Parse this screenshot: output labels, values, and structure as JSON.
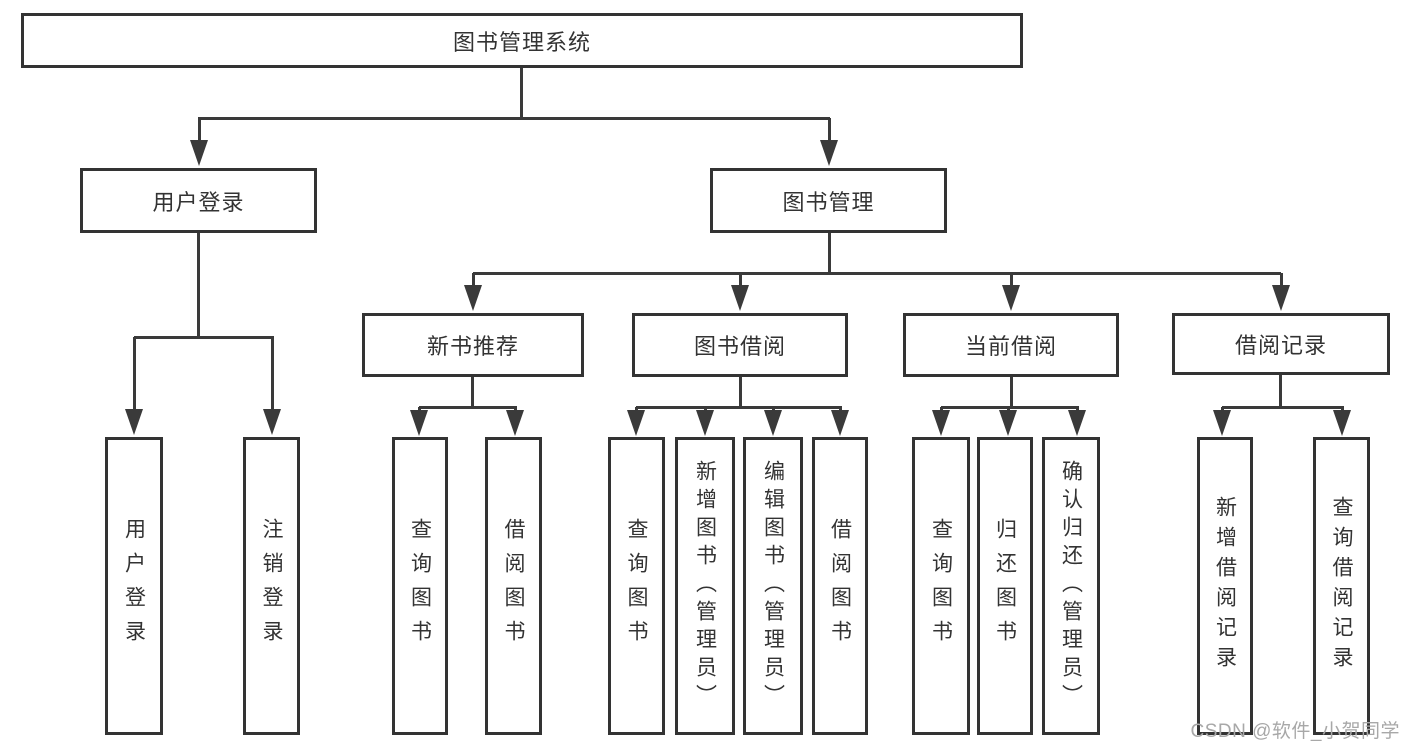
{
  "diagram": {
    "title": "图书管理系统",
    "nodes": {
      "root": "图书管理系统",
      "userLogin": "用户登录",
      "bookManagement": "图书管理",
      "newBookRec": "新书推荐",
      "bookBorrow": "图书借阅",
      "currentBorrow": "当前借阅",
      "borrowRecord": "借阅记录",
      "leafUserLogin": "用户登录",
      "leafLogout": "注销登录",
      "leafQueryBook1": "查询图书",
      "leafBorrowBook1": "借阅图书",
      "leafQueryBook2": "查询图书",
      "leafAddBook": "新增图书（管理员）",
      "leafEditBook": "编辑图书（管理员）",
      "leafBorrowBook2": "借阅图书",
      "leafQueryBook3": "查询图书",
      "leafReturnBook": "归还图书",
      "leafConfirmReturn": "确认归还（管理员）",
      "leafAddBorrowRecord": "新增借阅记录",
      "leafQueryBorrowRecord": "查询借阅记录"
    },
    "colors": {
      "line": "#3a3a3a",
      "border": "#333333",
      "text": "#333333",
      "background": "#ffffff",
      "watermark": "#a8a8a8"
    }
  },
  "watermark": "CSDN @软件_小贺同学"
}
